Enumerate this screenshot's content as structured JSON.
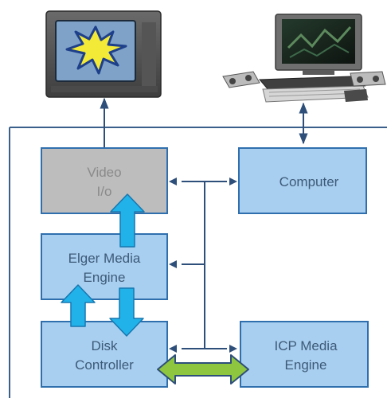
{
  "blocks": {
    "video_io": {
      "line1": "Video",
      "line2": "I/o"
    },
    "computer": {
      "label": "Computer"
    },
    "elger_media_engine": {
      "line1": "Elger Media",
      "line2": "Engine"
    },
    "disk_controller": {
      "line1": "Disk",
      "line2": "Controller"
    },
    "icp_media_engine": {
      "line1": "ICP Media",
      "line2": "Engine"
    }
  },
  "colors": {
    "block_fill": "#a9cff0",
    "block_border": "#2f6fae",
    "video_block_fill": "#bdbdbd",
    "block_text": "#3d5a78",
    "video_text": "#8a8a8a",
    "connector": "#2e4f7a",
    "cyan_arrow": "#22b2ea",
    "green_arrow": "#8fc63f",
    "enclosure": "#3a5f8a"
  },
  "icons": {
    "monitor": "crt-monitor-icon",
    "workstation": "computer-workstation-icon"
  }
}
